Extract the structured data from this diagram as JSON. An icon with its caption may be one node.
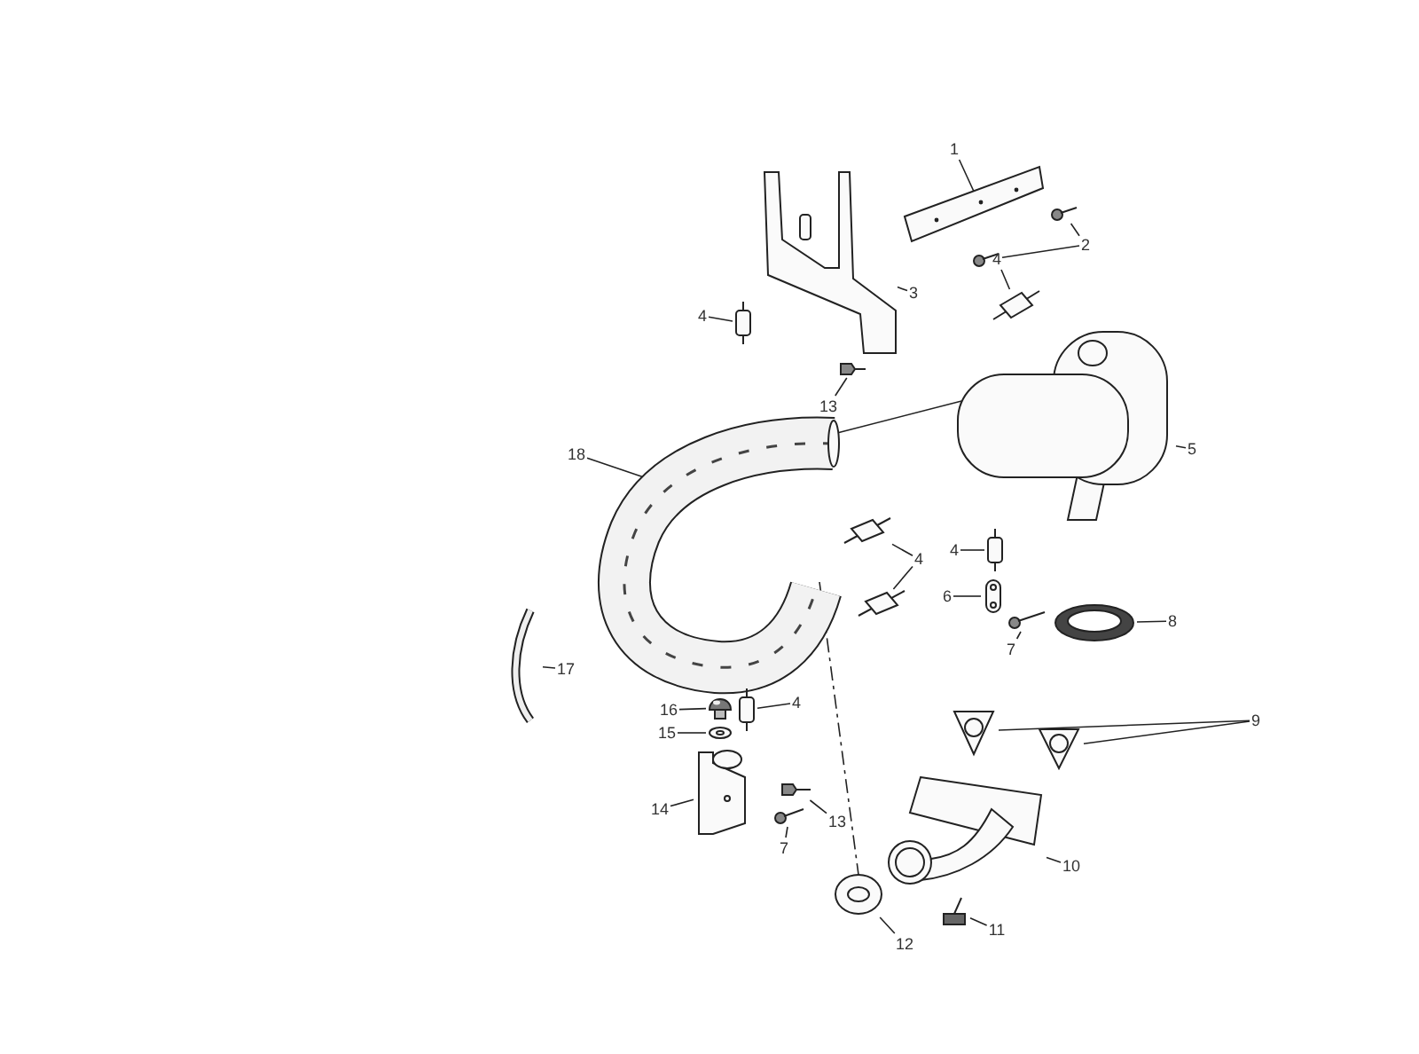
{
  "diagram": {
    "nodes": [
      {
        "text": [
          "1"
        ]
      },
      {
        "text": [],
        "shape": "picture"
      },
      {
        "text": [
          "2"
        ]
      },
      {
        "text": [],
        "shape": "picture"
      },
      {
        "text": [],
        "shape": "picture"
      },
      {
        "text": [
          "3"
        ]
      },
      {
        "text": [],
        "shape": "picture"
      },
      {
        "text": [
          "4"
        ]
      },
      {
        "text": [],
        "shape": "cylinder"
      },
      {
        "text": [
          "4"
        ]
      },
      {
        "text": [],
        "shape": "picture"
      },
      {
        "text": [
          "13"
        ]
      },
      {
        "text": [],
        "shape": "picture"
      },
      {
        "text": [
          "18"
        ]
      },
      {
        "text": [],
        "shape": "picture"
      },
      {
        "text": [
          "5"
        ]
      },
      {
        "text": [],
        "shape": "picture"
      },
      {
        "text": [
          "4"
        ]
      },
      {
        "text": [],
        "shape": "picture"
      },
      {
        "text": [],
        "shape": "picture"
      },
      {
        "text": [
          "4"
        ]
      },
      {
        "text": [],
        "shape": "cylinder"
      },
      {
        "text": [
          "6"
        ]
      },
      {
        "text": [],
        "shape": "picture"
      },
      {
        "text": [
          "7"
        ]
      },
      {
        "text": [],
        "shape": "picture"
      },
      {
        "text": [
          "8"
        ]
      },
      {
        "text": [],
        "shape": "picture"
      },
      {
        "text": [
          "17"
        ]
      },
      {
        "text": [],
        "shape": "picture"
      },
      {
        "text": [
          "16"
        ]
      },
      {
        "text": [],
        "shape": "picture"
      },
      {
        "text": [
          "4"
        ]
      },
      {
        "text": [],
        "shape": "cylinder"
      },
      {
        "text": [
          "15"
        ]
      },
      {
        "text": [],
        "shape": "picture"
      },
      {
        "text": [
          "14"
        ]
      },
      {
        "text": [],
        "shape": "picture"
      },
      {
        "text": [
          "13"
        ]
      },
      {
        "text": [],
        "shape": "picture"
      },
      {
        "text": [
          "7"
        ]
      },
      {
        "text": [],
        "shape": "picture"
      },
      {
        "text": [
          "9"
        ]
      },
      {
        "text": [],
        "shape": "picture"
      },
      {
        "text": [],
        "shape": "picture"
      },
      {
        "text": [
          "10"
        ]
      },
      {
        "text": [],
        "shape": "picture"
      },
      {
        "text": [
          "11"
        ]
      },
      {
        "text": [],
        "shape": "picture"
      },
      {
        "text": [
          "12"
        ]
      },
      {
        "text": [],
        "shape": "picture"
      }
    ],
    "edges": [
      {
        "from": 0,
        "to": 1,
        "arrow": "none"
      },
      {
        "from": 2,
        "to": 3,
        "arrow": "none"
      },
      {
        "from": 2,
        "to": 4,
        "arrow": "none"
      },
      {
        "from": 5,
        "to": 6,
        "arrow": "none"
      },
      {
        "from": 7,
        "to": 8,
        "arrow": "none"
      },
      {
        "from": 9,
        "to": 10,
        "arrow": "none"
      },
      {
        "from": 11,
        "to": 12,
        "arrow": "none"
      },
      {
        "from": 13,
        "to": 14,
        "arrow": "none"
      },
      {
        "from": 15,
        "to": 16,
        "arrow": "none"
      },
      {
        "from": 17,
        "to": 18,
        "arrow": "none"
      },
      {
        "from": 17,
        "to": 19,
        "arrow": "none"
      },
      {
        "from": 20,
        "to": 21,
        "arrow": "none"
      },
      {
        "from": 22,
        "to": 23,
        "arrow": "none"
      },
      {
        "from": 24,
        "to": 25,
        "arrow": "none"
      },
      {
        "from": 26,
        "to": 27,
        "arrow": "none"
      },
      {
        "from": 28,
        "to": 29,
        "arrow": "none"
      },
      {
        "from": 30,
        "to": 31,
        "arrow": "none"
      },
      {
        "from": 32,
        "to": 33,
        "arrow": "none"
      },
      {
        "from": 34,
        "to": 35,
        "arrow": "none"
      },
      {
        "from": 36,
        "to": 37,
        "arrow": "none"
      },
      {
        "from": 38,
        "to": 39,
        "arrow": "none"
      },
      {
        "from": 40,
        "to": 41,
        "arrow": "none"
      },
      {
        "from": 42,
        "to": 43,
        "arrow": "none"
      },
      {
        "from": 42,
        "to": 44,
        "arrow": "none"
      },
      {
        "from": 45,
        "to": 46,
        "arrow": "none"
      },
      {
        "from": 47,
        "to": 48,
        "arrow": "none"
      },
      {
        "from": 49,
        "to": 50,
        "arrow": "none"
      },
      {
        "from": 14,
        "to": 16,
        "arrow": "none"
      },
      {
        "from": 14,
        "to": 50,
        "arrow": "none",
        "style": "dashed"
      }
    ]
  }
}
